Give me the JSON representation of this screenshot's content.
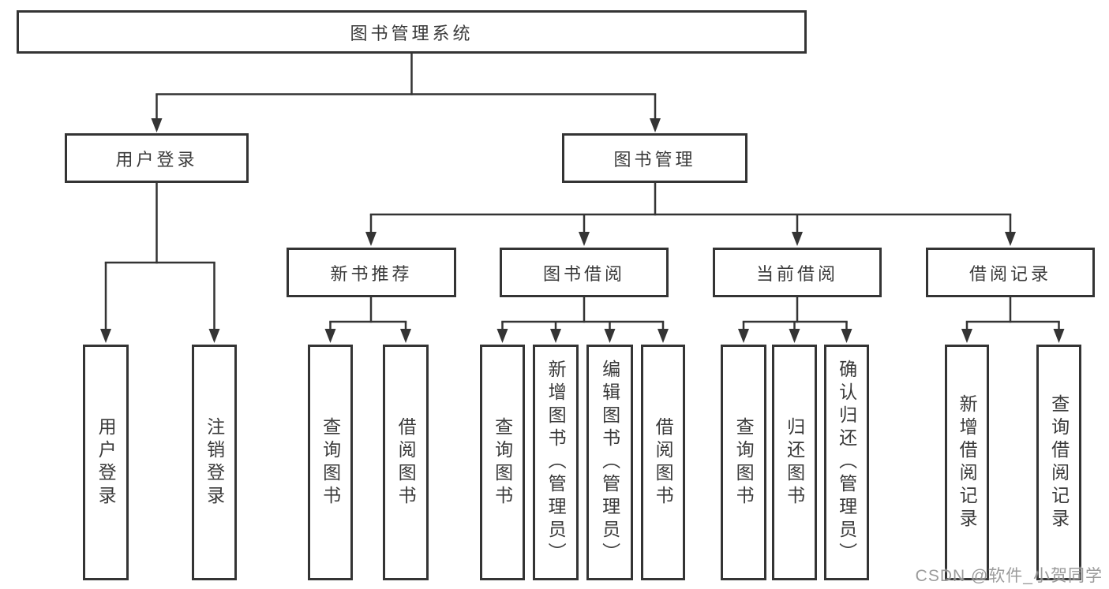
{
  "diagram": {
    "title": "图书管理系统",
    "nodes": {
      "root": {
        "label": "图书管理系统"
      },
      "user_login": {
        "label": "用户登录"
      },
      "book_mgmt": {
        "label": "图书管理"
      },
      "new_book_rec": {
        "label": "新书推荐"
      },
      "book_borrow": {
        "label": "图书借阅"
      },
      "current_borrow": {
        "label": "当前借阅"
      },
      "borrow_records": {
        "label": "借阅记录"
      },
      "leaf_login": {
        "label": "用户登录"
      },
      "leaf_logout": {
        "label": "注销登录"
      },
      "rec_query": {
        "label": "查询图书"
      },
      "rec_borrow": {
        "label": "借阅图书"
      },
      "borrow_query": {
        "label": "查询图书"
      },
      "borrow_add": {
        "label": "新增图书（管理员）"
      },
      "borrow_edit": {
        "label": "编辑图书（管理员）"
      },
      "borrow_borrow": {
        "label": "借阅图书"
      },
      "current_query": {
        "label": "查询图书"
      },
      "current_return": {
        "label": "归还图书"
      },
      "current_confirm": {
        "label": "确认归还（管理员）"
      },
      "records_add": {
        "label": "新增借阅记录"
      },
      "records_query": {
        "label": "查询借阅记录"
      }
    },
    "hierarchy": {
      "图书管理系统": {
        "用户登录": [
          "用户登录",
          "注销登录"
        ],
        "图书管理": {
          "新书推荐": [
            "查询图书",
            "借阅图书"
          ],
          "图书借阅": [
            "查询图书",
            "新增图书（管理员）",
            "编辑图书（管理员）",
            "借阅图书"
          ],
          "当前借阅": [
            "查询图书",
            "归还图书",
            "确认归还（管理员）"
          ],
          "借阅记录": [
            "新增借阅记录",
            "查询借阅记录"
          ]
        }
      }
    }
  },
  "watermark": {
    "text": "CSDN @软件_小贺同学"
  },
  "colors": {
    "line": "#343434",
    "box_border": "#343434",
    "text": "#3a3a3a",
    "watermark": "#828282",
    "background": "#ffffff"
  }
}
